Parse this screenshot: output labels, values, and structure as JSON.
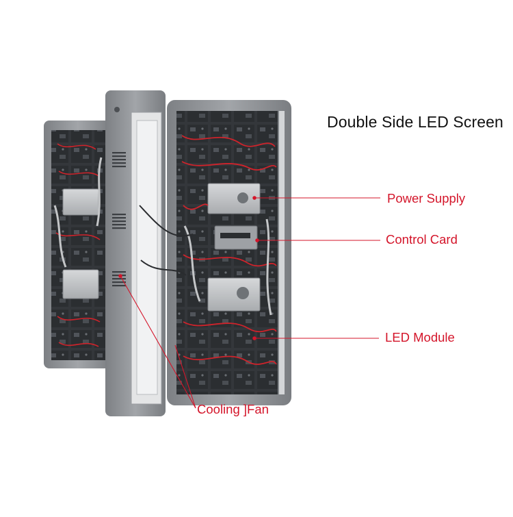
{
  "title": "Double Side LED Screen",
  "callouts": {
    "power_supply": "Power Supply",
    "control_card": "Control Card",
    "led_module": "LED Module",
    "cooling_fan": "Cooling ]Fan"
  },
  "colors": {
    "callout_text": "#d4152a",
    "leader_line": "#d4152a",
    "frame": "#8a8d91",
    "interior": "#3a3d41",
    "power_supply_box": "#c9cbcd",
    "cables": "#d0232b"
  }
}
